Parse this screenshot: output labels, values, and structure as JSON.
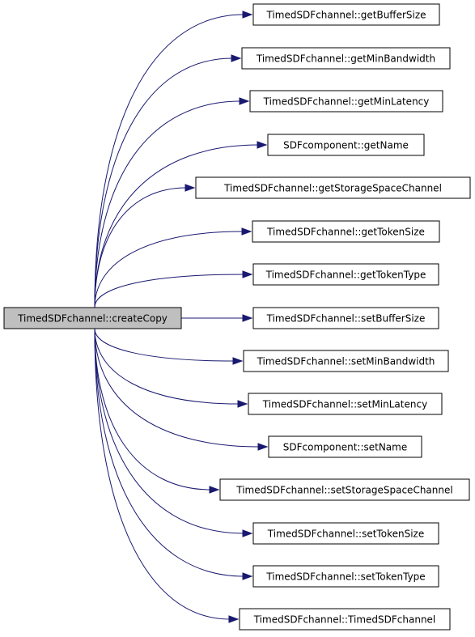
{
  "colors": {
    "edge": "#191970",
    "root_fill": "#bfbfbf",
    "node_fill": "#ffffff",
    "border": "#000000"
  },
  "root": {
    "label": "TimedSDFchannel::createCopy"
  },
  "callees": [
    {
      "label": "TimedSDFchannel::getBufferSize"
    },
    {
      "label": "TimedSDFchannel::getMinBandwidth"
    },
    {
      "label": "TimedSDFchannel::getMinLatency"
    },
    {
      "label": "SDFcomponent::getName"
    },
    {
      "label": "TimedSDFchannel::getStorageSpaceChannel"
    },
    {
      "label": "TimedSDFchannel::getTokenSize"
    },
    {
      "label": "TimedSDFchannel::getTokenType"
    },
    {
      "label": "TimedSDFchannel::setBufferSize"
    },
    {
      "label": "TimedSDFchannel::setMinBandwidth"
    },
    {
      "label": "TimedSDFchannel::setMinLatency"
    },
    {
      "label": "SDFcomponent::setName"
    },
    {
      "label": "TimedSDFchannel::setStorageSpaceChannel"
    },
    {
      "label": "TimedSDFchannel::setTokenSize"
    },
    {
      "label": "TimedSDFchannel::setTokenType"
    },
    {
      "label": "TimedSDFchannel::TimedSDFchannel"
    }
  ]
}
